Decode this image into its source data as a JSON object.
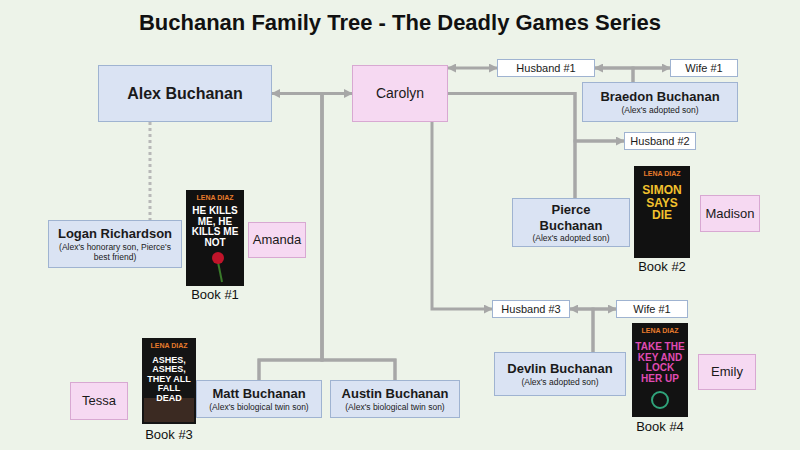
{
  "diagram": {
    "title": "Buchanan Family Tree  -  The Deadly Games Series",
    "nodes": [
      {
        "text": [
          "Alex Buchanan"
        ]
      },
      {
        "text": [
          "Carolyn"
        ]
      },
      {
        "text": [
          "Husband #1"
        ]
      },
      {
        "text": [
          "Wife #1"
        ]
      },
      {
        "text": [
          "Braedon Buchanan",
          "(Alex's adopted son)"
        ]
      },
      {
        "text": [
          "Husband #2"
        ]
      },
      {
        "text": [
          "Logan Richardson",
          "(Alex's honorary son, Pierce's best friend)"
        ]
      },
      {
        "text": [
          "Amanda"
        ]
      },
      {
        "text": [
          "Pierce Buchanan",
          "(Alex's adopted son)"
        ]
      },
      {
        "text": [
          "Madison"
        ]
      },
      {
        "text": [
          "Husband #3"
        ]
      },
      {
        "text": [
          "Wife #1"
        ]
      },
      {
        "text": [
          "Devlin Buchanan",
          "(Alex's adopted son)"
        ]
      },
      {
        "text": [
          "Emily"
        ]
      },
      {
        "text": [
          "Tessa"
        ]
      },
      {
        "text": [
          "Matt Buchanan",
          "(Alex's biological twin son)"
        ]
      },
      {
        "text": [
          "Austin Buchanan",
          "(Alex's biological twin son)"
        ]
      }
    ],
    "edges": [
      {
        "from": 0,
        "to": 1,
        "arrow": "both"
      },
      {
        "from": 1,
        "to": 2,
        "arrow": "both"
      },
      {
        "from": 2,
        "to": 3,
        "arrow": "both"
      },
      {
        "from": 2,
        "to": 4,
        "arrow": "none"
      },
      {
        "from": 3,
        "to": 4,
        "arrow": "none"
      },
      {
        "from": 1,
        "to": 5,
        "arrow": "to"
      },
      {
        "from": 1,
        "to": 8,
        "arrow": "none"
      },
      {
        "from": 5,
        "to": 8,
        "arrow": "none"
      },
      {
        "from": 1,
        "to": 10,
        "arrow": "to"
      },
      {
        "from": 10,
        "to": 11,
        "arrow": "both"
      },
      {
        "from": 10,
        "to": 12,
        "arrow": "none"
      },
      {
        "from": 11,
        "to": 12,
        "arrow": "none"
      },
      {
        "from": 0,
        "to": 15,
        "arrow": "none"
      },
      {
        "from": 1,
        "to": 15,
        "arrow": "none"
      },
      {
        "from": 0,
        "to": 16,
        "arrow": "none"
      },
      {
        "from": 1,
        "to": 16,
        "arrow": "none"
      },
      {
        "from": 0,
        "to": 6,
        "arrow": "none"
      }
    ],
    "labels": [
      "LENA DIAZ",
      "HE KILLS ME, HE KILLS ME NOT",
      "Book #1",
      "LENA DIAZ",
      "SIMON SAYS DIE",
      "Book #2",
      "LENA DIAZ",
      "ASHES, ASHES, THEY ALL FALL DEAD",
      "Book #3",
      "LENA DIAZ",
      "TAKE THE KEY AND LOCK HER UP",
      "Book #4"
    ]
  }
}
